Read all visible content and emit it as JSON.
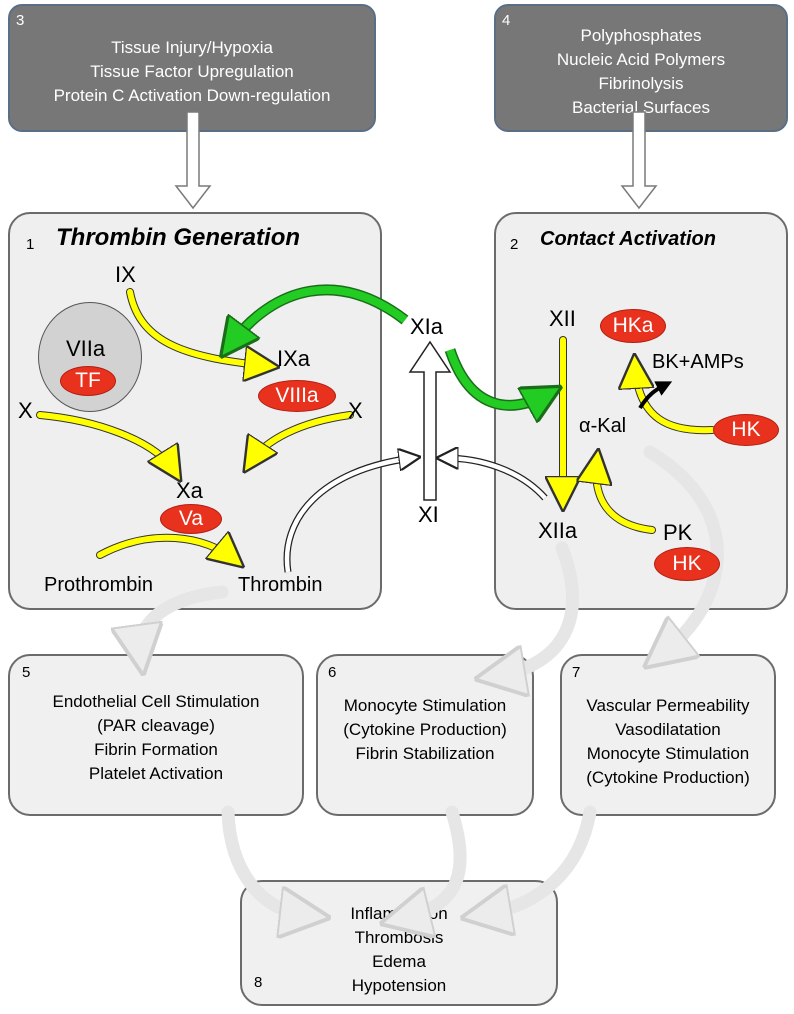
{
  "boxes": {
    "b1": {
      "num": "1",
      "title": "Thrombin Generation"
    },
    "b2": {
      "num": "2",
      "title": "Contact Activation"
    },
    "b3": {
      "num": "3",
      "lines": [
        "Tissue Injury/Hypoxia",
        "Tissue Factor Upregulation",
        "Protein C Activation Down-regulation"
      ]
    },
    "b4": {
      "num": "4",
      "lines": [
        "Polyphosphates",
        "Nucleic Acid Polymers",
        "Fibrinolysis",
        "Bacterial Surfaces"
      ]
    },
    "b5": {
      "num": "5",
      "lines": [
        "Endothelial Cell Stimulation",
        "(PAR cleavage)",
        "Fibrin Formation",
        "Platelet Activation"
      ]
    },
    "b6": {
      "num": "6",
      "lines": [
        "Monocyte Stimulation",
        "(Cytokine Production)",
        "Fibrin Stabilization"
      ]
    },
    "b7": {
      "num": "7",
      "lines": [
        "Vascular Permeability",
        "Vasodilatation",
        "Monocyte Stimulation",
        "(Cytokine Production)"
      ]
    },
    "b8": {
      "num": "8",
      "lines": [
        "Inflammation",
        "Thrombosis",
        "Edema",
        "Hypotension"
      ]
    }
  },
  "factors": {
    "ix": "IX",
    "viia": "VIIa",
    "tf": "TF",
    "ixa": "IXa",
    "viiia": "VIIIa",
    "x_left": "X",
    "x_right": "X",
    "xa": "Xa",
    "va": "Va",
    "prothrombin": "Prothrombin",
    "thrombin": "Thrombin",
    "xia": "XIa",
    "xi": "XI",
    "xii": "XII",
    "hka": "HKa",
    "bk_amps": "BK+AMPs",
    "alpha_kal": "α-Kal",
    "hk_top": "HK",
    "xiia": "XIIa",
    "pk": "PK",
    "hk_bottom": "HK"
  },
  "colors": {
    "yellow_arrow": "#ffff00",
    "green_arrow": "#22cc22",
    "red_pill": "#e8321e",
    "dark_box": "#777777",
    "light_box": "#efefef"
  }
}
